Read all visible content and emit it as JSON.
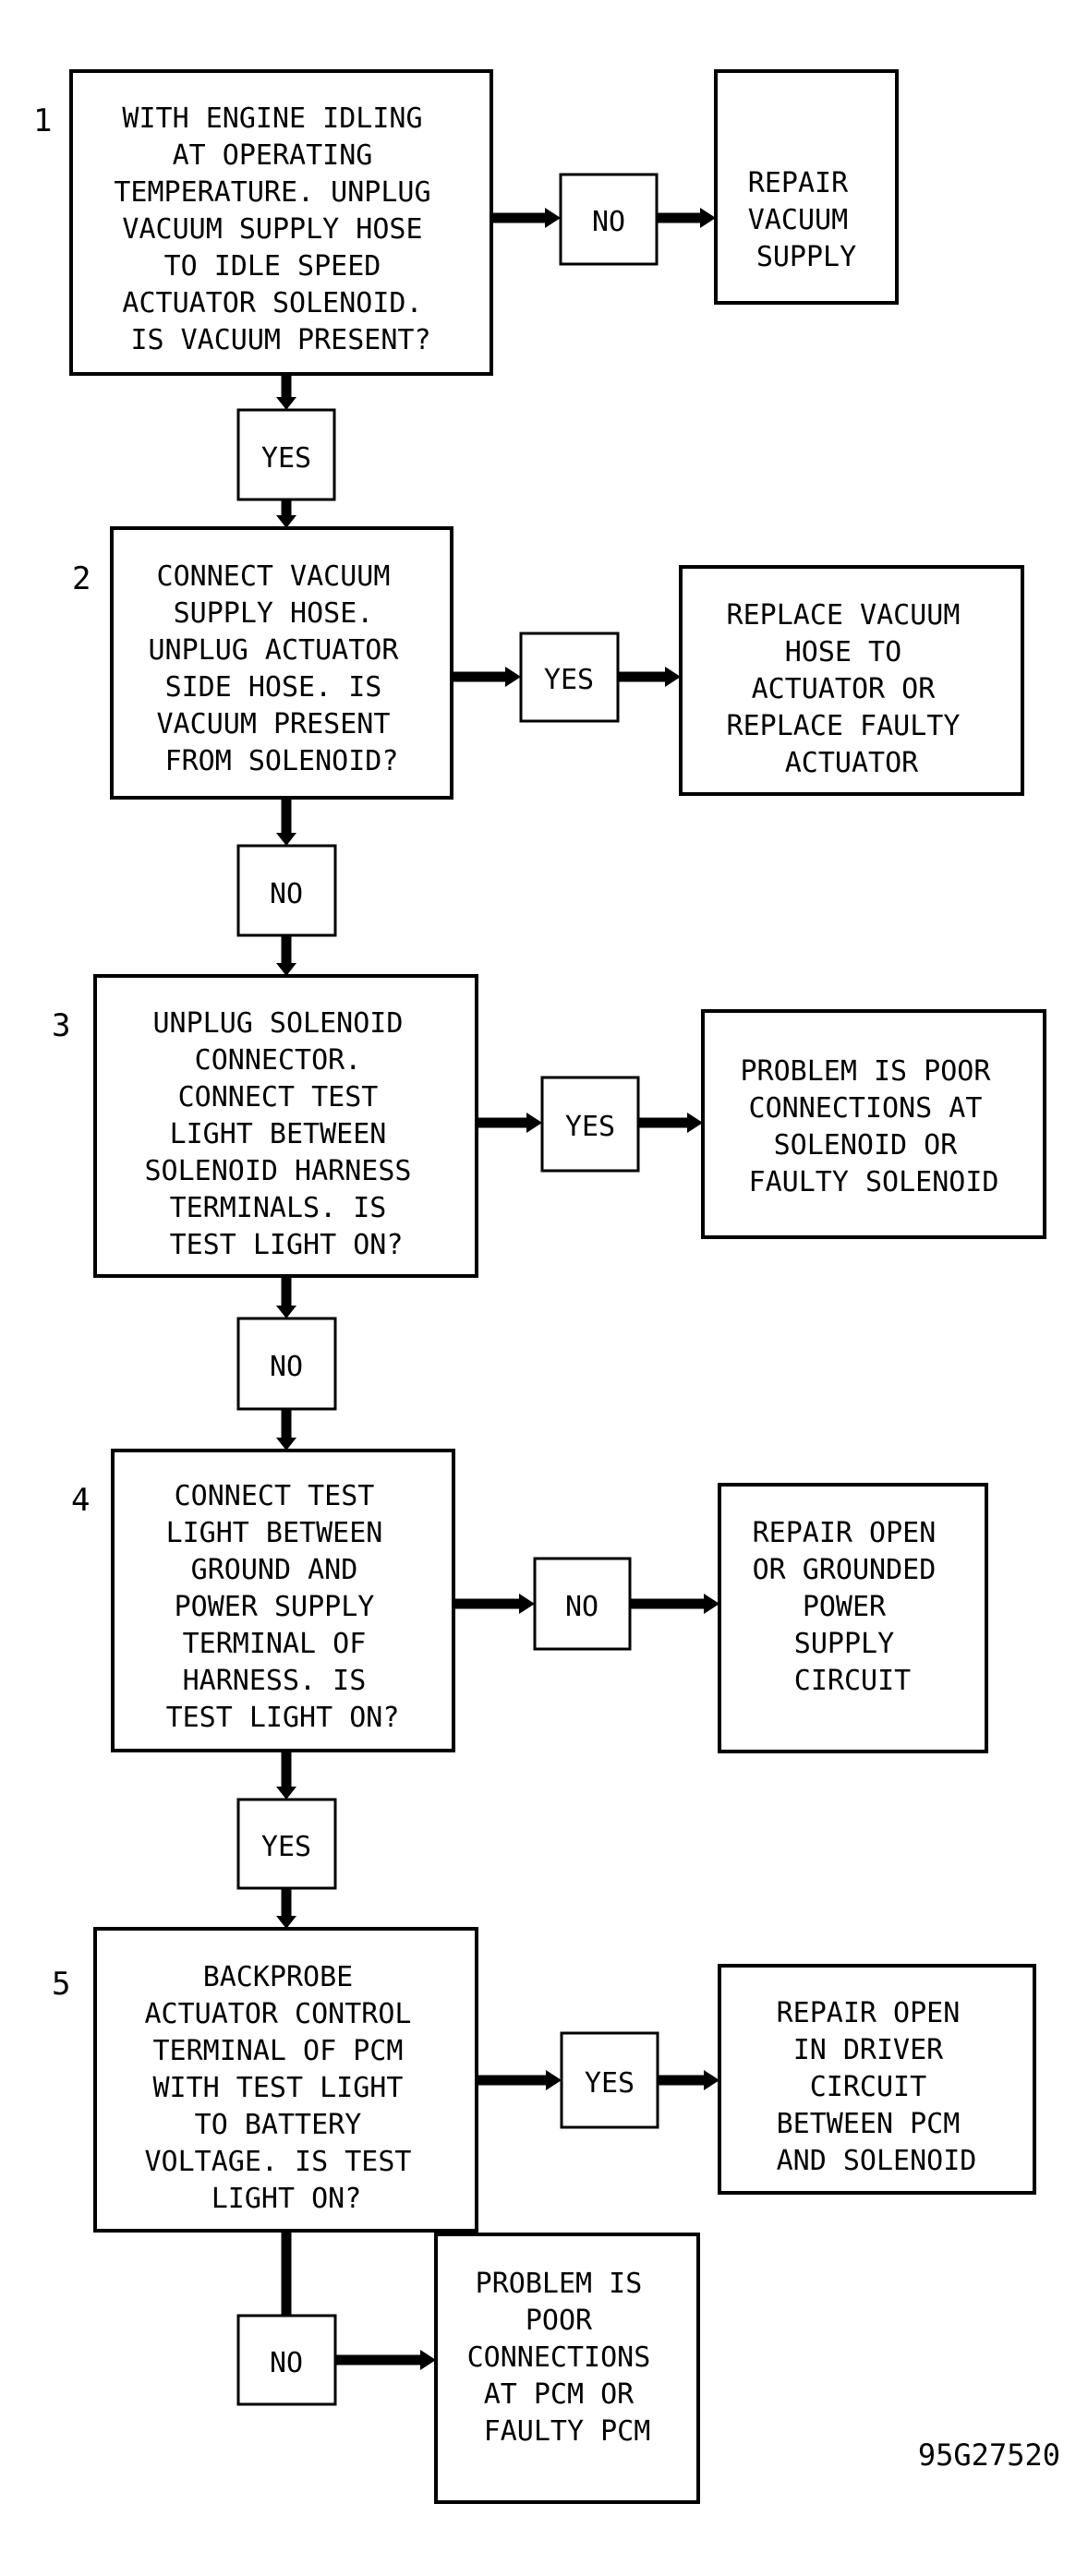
{
  "steps": [
    {
      "number": "1",
      "lines": [
        "WITH ENGINE IDLING",
        "AT OPERATING",
        "TEMPERATURE. UNPLUG",
        "VACUUM SUPPLY HOSE",
        "TO IDLE SPEED",
        "ACTUATOR SOLENOID.",
        "IS VACUUM PRESENT?"
      ],
      "side_label": "NO",
      "down_label": "YES",
      "result_lines": [
        "REPAIR",
        "VACUUM",
        "SUPPLY"
      ]
    },
    {
      "number": "2",
      "lines": [
        "CONNECT VACUUM",
        "SUPPLY HOSE.",
        "UNPLUG ACTUATOR",
        "SIDE HOSE. IS",
        "VACUUM PRESENT",
        "FROM SOLENOID?"
      ],
      "side_label": "YES",
      "down_label": "NO",
      "result_lines": [
        "REPLACE VACUUM",
        "HOSE TO",
        "ACTUATOR OR",
        "REPLACE FAULTY",
        "ACTUATOR"
      ]
    },
    {
      "number": "3",
      "lines": [
        "UNPLUG SOLENOID",
        "CONNECTOR.",
        "CONNECT TEST",
        "LIGHT BETWEEN",
        "SOLENOID HARNESS",
        "TERMINALS. IS",
        "TEST LIGHT ON?"
      ],
      "side_label": "YES",
      "down_label": "NO",
      "result_lines": [
        "PROBLEM IS POOR",
        "CONNECTIONS AT",
        "SOLENOID OR",
        "FAULTY SOLENOID"
      ]
    },
    {
      "number": "4",
      "lines": [
        "CONNECT TEST",
        "LIGHT BETWEEN",
        "GROUND AND",
        "POWER SUPPLY",
        "TERMINAL OF",
        "HARNESS. IS",
        "TEST LIGHT ON?"
      ],
      "side_label": "NO",
      "down_label": "YES",
      "result_lines": [
        "REPAIR OPEN",
        "OR GROUNDED",
        "POWER",
        "SUPPLY",
        "CIRCUIT"
      ]
    },
    {
      "number": "5",
      "lines": [
        "BACKPROBE",
        "ACTUATOR CONTROL",
        "TERMINAL OF PCM",
        "WITH TEST LIGHT",
        "TO BATTERY",
        "VOLTAGE. IS TEST",
        "LIGHT ON?"
      ],
      "side_label": "YES",
      "down_label": "NO",
      "result_lines": [
        "REPAIR OPEN",
        "IN DRIVER",
        "CIRCUIT",
        "BETWEEN PCM",
        "AND SOLENOID"
      ]
    }
  ],
  "final_result_lines": [
    "PROBLEM IS",
    "POOR",
    "CONNECTIONS",
    "AT PCM OR",
    "FAULTY PCM"
  ],
  "figure_code": "95G27520"
}
